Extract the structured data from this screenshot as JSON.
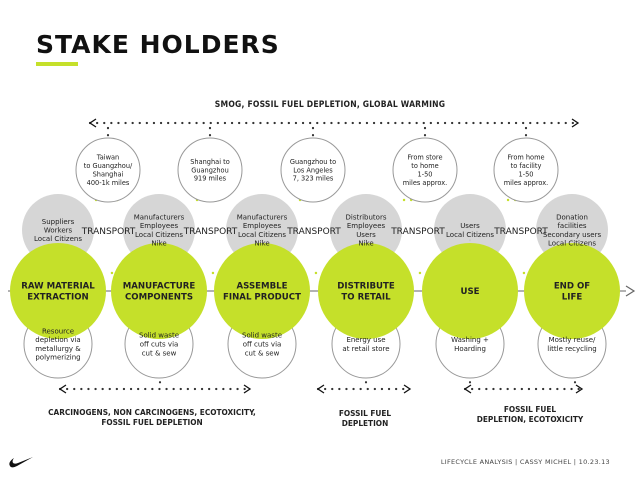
{
  "title": "STAKE HOLDERS",
  "top_label": "SMOG, FOSSIL FUEL DEPLETION, GLOBAL WARMING",
  "transport_label": "TRANSPORT",
  "stages": [
    {
      "name": [
        "RAW MATERIAL",
        "EXTRACTION"
      ],
      "stakeholders": [
        "Suppliers",
        "Workers",
        "Local Citizens"
      ],
      "impact": [
        "Resource",
        "depletion via",
        "metallurgy &",
        "polymerizing"
      ]
    },
    {
      "name": [
        "MANUFACTURE",
        "COMPONENTS"
      ],
      "stakeholders": [
        "Manufacturers",
        "Employees",
        "Local Citizens",
        "Nike"
      ],
      "impact": [
        "Solid waste",
        "off cuts via",
        "cut & sew"
      ]
    },
    {
      "name": [
        "ASSEMBLE",
        "FINAL PRODUCT"
      ],
      "stakeholders": [
        "Manufacturers",
        "Employees",
        "Local Citizens",
        "Nike"
      ],
      "impact": [
        "Solid waste",
        "off cuts via",
        "cut & sew"
      ]
    },
    {
      "name": [
        "DISTRIBUTE",
        "TO RETAIL"
      ],
      "stakeholders": [
        "Distributors",
        "Employees",
        "Users",
        "Nike"
      ],
      "impact": [
        "Energy use",
        "at retail store"
      ]
    },
    {
      "name": [
        "USE"
      ],
      "stakeholders": [
        "Users",
        "Local Citizens"
      ],
      "impact": [
        "Washing +",
        "Hoarding"
      ]
    },
    {
      "name": [
        "END OF",
        "LIFE"
      ],
      "stakeholders": [
        "Donation",
        "facilities",
        "Secondary users",
        "Local Citizens"
      ],
      "impact": [
        "Mostly reuse/",
        "little recycling"
      ]
    }
  ],
  "distances": [
    [
      "Taiwan",
      "to Guangzhou/",
      "Shanghai",
      "400-1k miles"
    ],
    [
      "Shanghai to",
      "Guangzhou",
      "919 miles"
    ],
    [
      "Guangzhou to",
      "Los Angeles",
      "7, 323 miles"
    ],
    [
      "From store",
      "to home",
      "1-50",
      "miles approx."
    ],
    [
      "From home",
      "to facility",
      "1-50",
      "miles approx."
    ]
  ],
  "bottom_left": "CARCINOGENS, NON CARCINOGENS, ECOTOXICITY,\nFOSSIL FUEL DEPLETION",
  "bottom_middle": "FOSSIL FUEL\nDEPLETION",
  "bottom_right": "FOSSIL FUEL\nDEPLETION, ECOTOXICITY",
  "footer": "LIFECYCLE ANALYSIS | CASSY MICHEL | 10.23.13",
  "colors": {
    "accent": "#c5e02a",
    "gray_circle": "#d4d4d4",
    "outline": "#999999",
    "dots": "#333333"
  },
  "logo": "nike-swoosh"
}
